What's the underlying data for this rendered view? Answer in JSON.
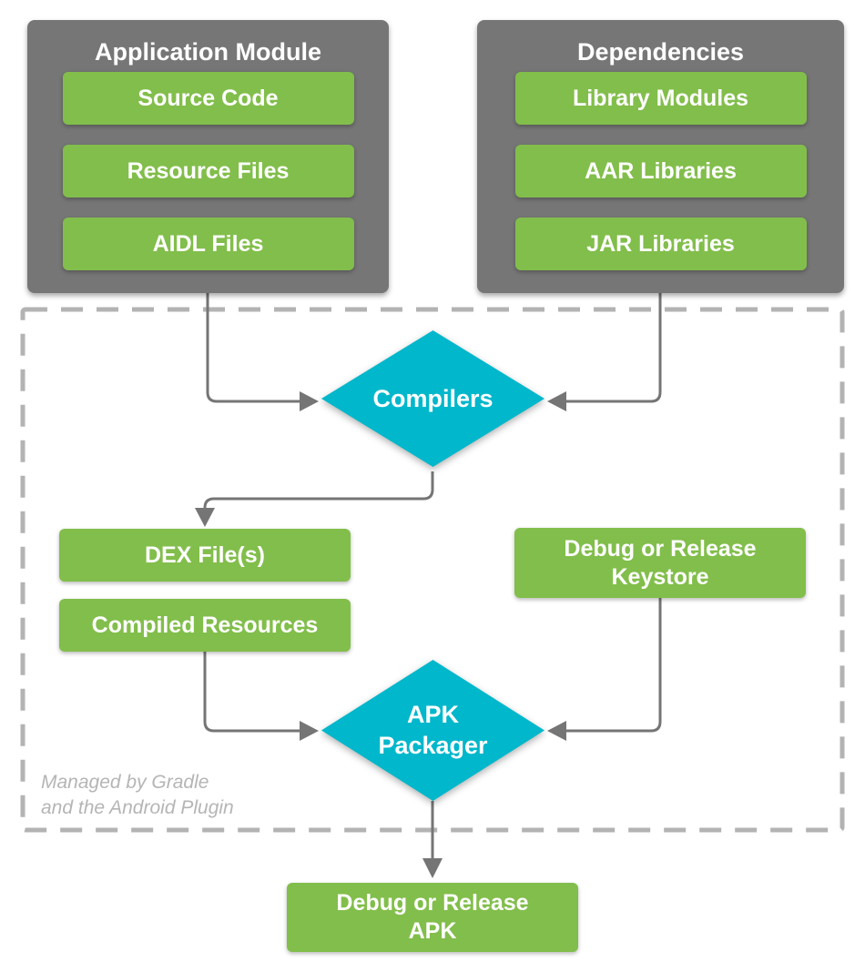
{
  "colors": {
    "panel_gray": "#767676",
    "box_green": "#82BE4B",
    "diamond_cyan": "#00B7CB",
    "arrow_gray": "#757575",
    "dashed_border": "#B3B3B3",
    "caption_gray": "#B5B5B5"
  },
  "panels": [
    {
      "title": "Application Module",
      "items": [
        {
          "label": "Source Code"
        },
        {
          "label": "Resource Files"
        },
        {
          "label": "AIDL Files"
        }
      ]
    },
    {
      "title": "Dependencies",
      "items": [
        {
          "label": "Library Modules"
        },
        {
          "label": "AAR Libraries"
        },
        {
          "label": "JAR Libraries"
        }
      ]
    }
  ],
  "nodes": {
    "compilers": {
      "label": "Compilers"
    },
    "dex": {
      "label": "DEX File(s)"
    },
    "compiled_resources": {
      "label": "Compiled Resources"
    },
    "keystore": {
      "label": "Debug or Release Keystore"
    },
    "apk_packager": {
      "label": "APK Packager"
    },
    "apk": {
      "label": "Debug or Release APK"
    }
  },
  "caption": {
    "line1": "Managed by Gradle",
    "line2": "and the Android Plugin"
  }
}
